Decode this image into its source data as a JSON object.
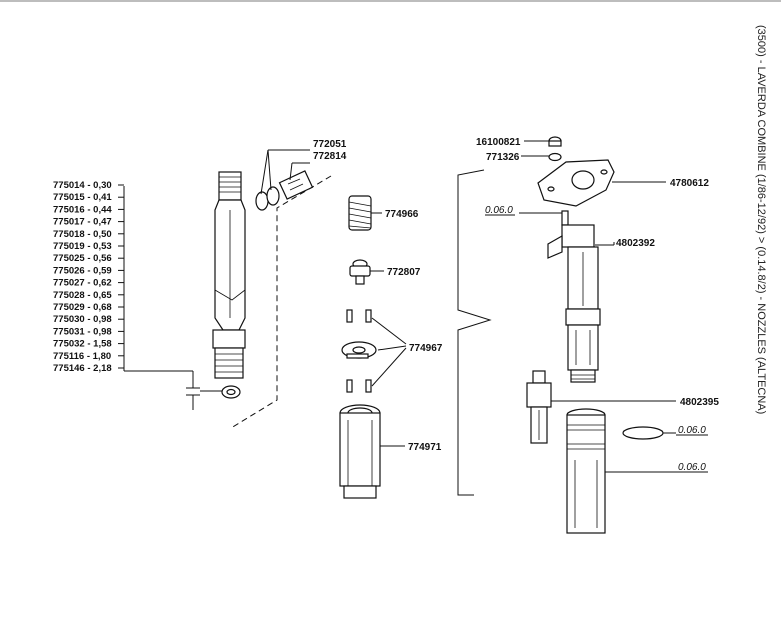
{
  "side_title": "(3500) - LAVERDA COMBINE (1/86-12/92) > (0.14.8/2) - NOZZLES (ALTECNA)",
  "shim_table": [
    {
      "part": "775014",
      "size": "0,30"
    },
    {
      "part": "775015",
      "size": "0,41"
    },
    {
      "part": "775016",
      "size": "0,44"
    },
    {
      "part": "775017",
      "size": "0,47"
    },
    {
      "part": "775018",
      "size": "0,50"
    },
    {
      "part": "775019",
      "size": "0,53"
    },
    {
      "part": "775025",
      "size": "0,56"
    },
    {
      "part": "775026",
      "size": "0,59"
    },
    {
      "part": "775027",
      "size": "0,62"
    },
    {
      "part": "775028",
      "size": "0,65"
    },
    {
      "part": "775029",
      "size": "0,68"
    },
    {
      "part": "775030",
      "size": "0,98"
    },
    {
      "part": "775031",
      "size": "0,98"
    },
    {
      "part": "775032",
      "size": "1,58"
    },
    {
      "part": "775116",
      "size": "1,80"
    },
    {
      "part": "775146",
      "size": "2,18"
    }
  ],
  "callouts": {
    "p772051": "772051",
    "p772814": "772814",
    "p774966": "774966",
    "p772807": "772807",
    "p774967": "774967",
    "p774971": "774971",
    "p16100821": "16100821",
    "p771326": "771326",
    "p4780612": "4780612",
    "p0060a": "0.06.0",
    "p4802392": "4802392",
    "p4802395": "4802395",
    "p0060b": "0.06.0",
    "p0060c": "0.06.0"
  }
}
